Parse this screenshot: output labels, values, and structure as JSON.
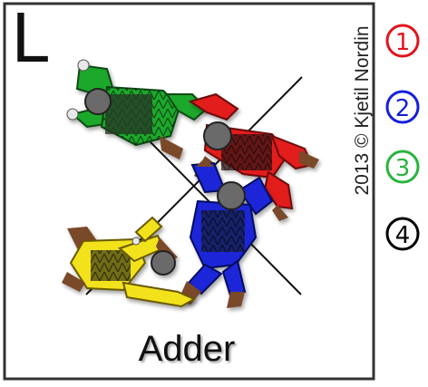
{
  "card": {
    "letter": "L",
    "name": "Adder",
    "credit": "2013 © Kjetil Nordin"
  },
  "jumpers": [
    {
      "slot": "1",
      "color": "#e0141e",
      "label": "red jumper"
    },
    {
      "slot": "2",
      "color": "#1420d8",
      "label": "blue jumper"
    },
    {
      "slot": "3",
      "color": "#28b43c",
      "label": "green jumper"
    },
    {
      "slot": "4",
      "color": "#000000",
      "label": "yellow jumper"
    }
  ],
  "colors": {
    "frame": "#333333",
    "red": "#e31a1a",
    "blue": "#1a28d8",
    "green": "#1fa82c",
    "yellow": "#f2e21c",
    "skin": "#7a4a2a",
    "helmet": "#6a6a6a"
  }
}
